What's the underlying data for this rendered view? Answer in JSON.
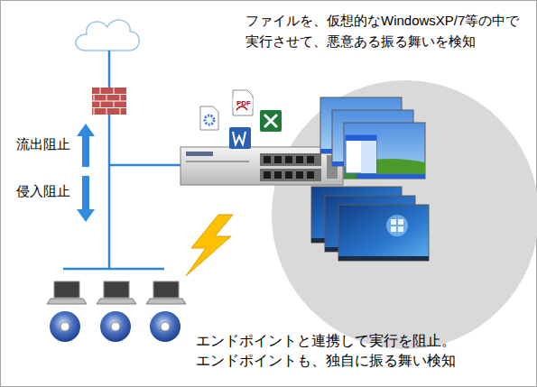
{
  "diagram": {
    "labels": [
      "ファイルを、仮想的なWindowsXP/7等の中で 実行させて、悪意ある振る舞いを検知",
      "PDF",
      "流出阻止",
      "侵入阻止",
      "エンドポイントと連携して実行を阻止。 エンドポイントも、独自に振る舞い検知"
    ]
  }
}
